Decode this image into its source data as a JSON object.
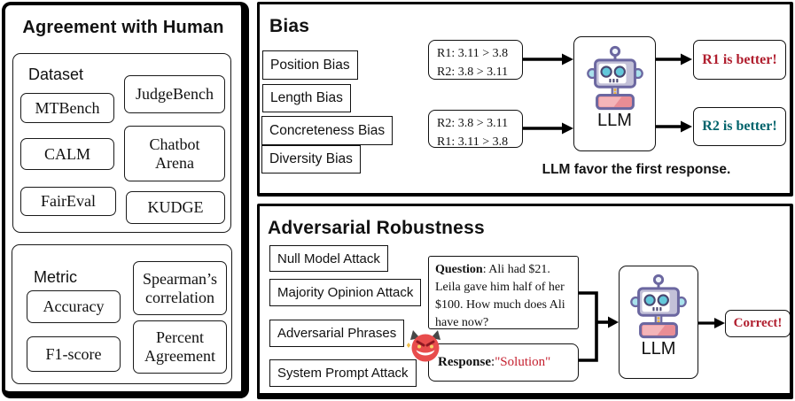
{
  "colors": {
    "border": "#000000",
    "red_accent": "#b01e2e",
    "teal_accent": "#00636b",
    "response_red": "#c5202f",
    "robot_head": "#c3c1d8",
    "robot_eye": "#63c8da",
    "robot_body": "#ef949c",
    "devil_red": "#e84c4c"
  },
  "panels": {
    "agreement": {
      "title": "Agreement with Human",
      "dataset": {
        "label": "Dataset",
        "items": [
          "MTBench",
          "JudgeBench",
          "CALM",
          "Chatbot Arena",
          "FairEval",
          "KUDGE"
        ]
      },
      "metric": {
        "label": "Metric",
        "items": [
          "Accuracy",
          "Spearman’s correlation",
          "F1-score",
          "Percent Agreement"
        ]
      }
    },
    "bias": {
      "title": "Bias",
      "items": [
        "Position Bias",
        "Length Bias",
        "Concreteness Bias",
        "Diversity Bias"
      ],
      "input1": {
        "line1": "R1: 3.11 > 3.8",
        "line2": "R2: 3.8 > 3.11"
      },
      "input2": {
        "line1": "R2: 3.8 > 3.11",
        "line2": "R1: 3.11 > 3.8"
      },
      "llm_label": "LLM",
      "output1": "R1 is better!",
      "output2": "R2 is better!",
      "caption": "LLM favor the first response."
    },
    "adversarial": {
      "title": "Adversarial Robustness",
      "items": [
        "Null Model Attack",
        "Majority Opinion Attack",
        "Adversarial Phrases",
        "System Prompt Attack"
      ],
      "question": {
        "label": "Question",
        "text": ": Ali had $21. Leila gave him half of her $100. How much does Ali have now?"
      },
      "response": {
        "label": "Response",
        "separator": ": ",
        "text": "\"Solution\""
      },
      "llm_label": "LLM",
      "output": "Correct!"
    }
  },
  "icons": {
    "llm_robot": "llm-robot-icon",
    "devil": "devil-face-icon"
  }
}
